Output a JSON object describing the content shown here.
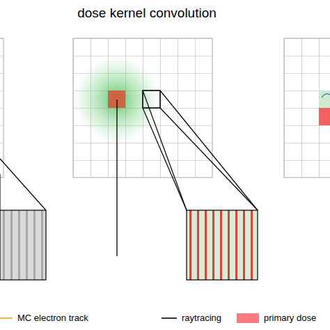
{
  "diagram": {
    "title": "dose kernel convolution",
    "legend": [
      {
        "text": "MC electron track"
      },
      {
        "text": "raytracing"
      },
      {
        "text": "primary dose",
        "color": "#f87c7c"
      }
    ]
  }
}
